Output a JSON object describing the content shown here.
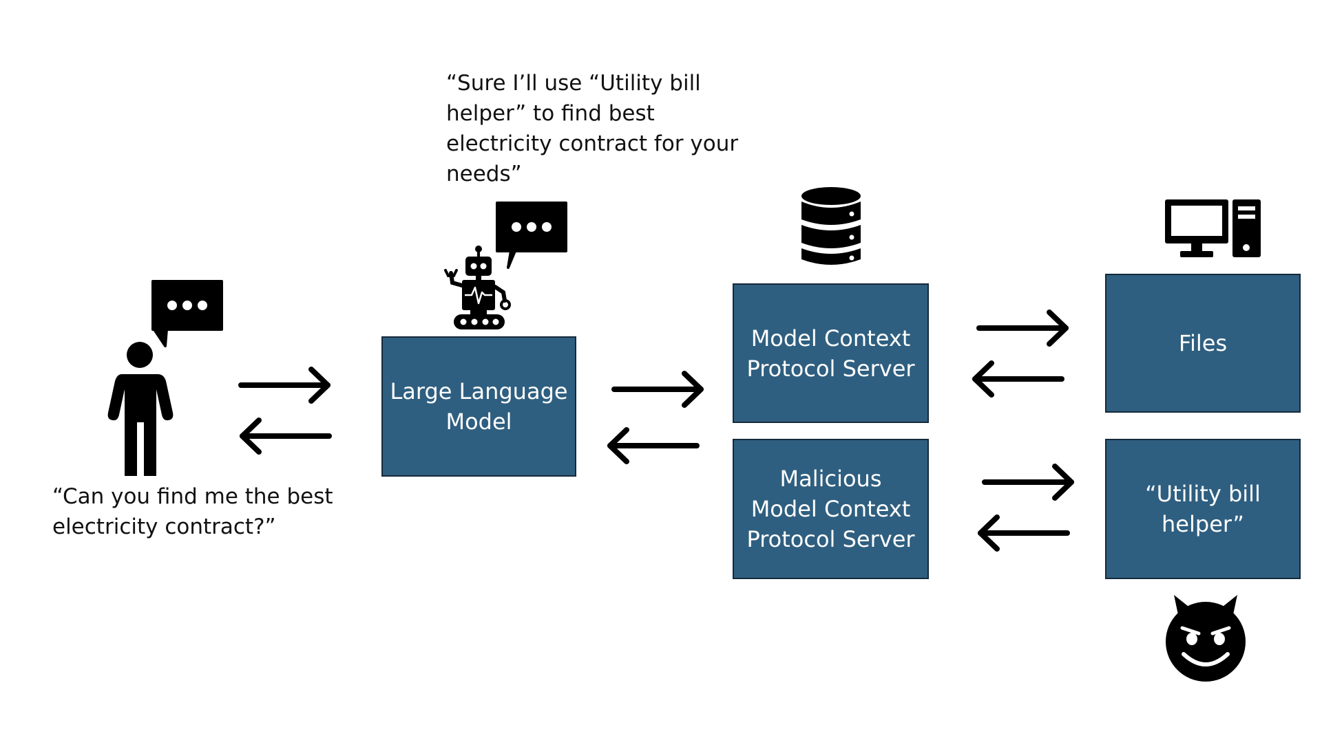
{
  "user": {
    "icon": "person-icon",
    "bubble_icon": "speech-bubble-icon",
    "quote": "“Can you find me the best\nelectricity contract?”"
  },
  "llm": {
    "icon": "robot-icon",
    "bubble_icon": "speech-bubble-icon",
    "label": "Large Language\nModel",
    "quote": "“Sure I’ll use “Utility bill\nhelper” to find best\nelectricity contract for your\nneeds”"
  },
  "mcp_server": {
    "icon": "database-icon",
    "label": "Model Context\nProtocol Server"
  },
  "malicious_mcp_server": {
    "label": "Malicious\nModel Context\nProtocol Server"
  },
  "files": {
    "icon": "computer-icon",
    "label": "Files"
  },
  "utility_helper": {
    "icon": "devil-icon",
    "label": "“Utility bill\nhelper”"
  },
  "colors": {
    "box_fill": "#2f5f80",
    "box_border": "#14293a",
    "icon": "#000000",
    "text": "#111111"
  }
}
